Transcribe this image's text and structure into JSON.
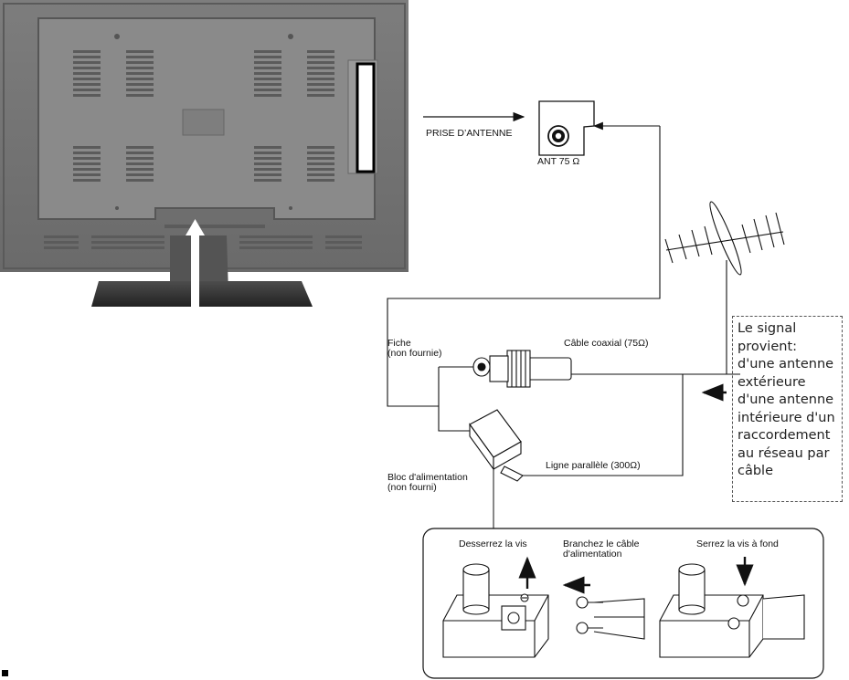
{
  "labels": {
    "antenna_socket": "PRISE D’ANTENNE",
    "ant_rating": "ANT 75 Ω",
    "plug": "Fiche",
    "plug_note": "(non fournie)",
    "coax_cable": "Câble coaxial (75Ω)",
    "power_block": "Bloc d'alimentation",
    "power_block_note": "(non fourni)",
    "parallel_line": "Ligne parallèle (300Ω)"
  },
  "signal_box": {
    "lines": [
      "Le signal",
      "provient:",
      "d'une antenne",
      "extérieure",
      "d'une antenne",
      "intérieure d'un",
      "raccordement",
      "au réseau par",
      "câble"
    ]
  },
  "steps": [
    {
      "label": "Desserrez la vis"
    },
    {
      "label_line1": "Branchez le câble",
      "label_line2": "d'alimentation"
    },
    {
      "label": "Serrez la vis à fond"
    }
  ]
}
